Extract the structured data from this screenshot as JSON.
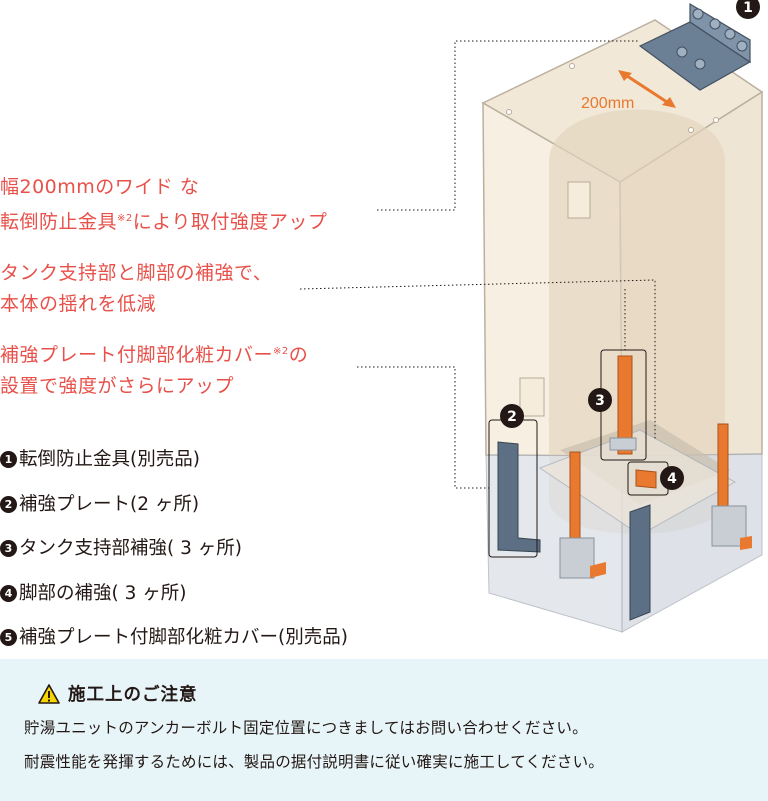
{
  "features": [
    {
      "line1": "幅200mmのワイド な",
      "line2": "転倒防止金具",
      "line2_note": "※2",
      "line2_tail": "により取付強度アップ"
    },
    {
      "line1": "タンク支持部と脚部の補強で、",
      "line2": "本体の揺れを低減"
    },
    {
      "line1": "補強プレート付脚部化粧カバー",
      "line1_note": "※2",
      "line1_tail": "の",
      "line2": "設置で強度がさらにアップ"
    }
  ],
  "dimension_label": "200mm",
  "callout_numbers": [
    "1",
    "2",
    "3",
    "4"
  ],
  "parts_list": [
    {
      "num": "1",
      "label": "転倒防止金具(別売品)"
    },
    {
      "num": "2",
      "label": "補強プレート(2 ヶ所)"
    },
    {
      "num": "3",
      "label": "タンク支持部補強( 3 ヶ所)"
    },
    {
      "num": "4",
      "label": "脚部の補強( 3 ヶ所)"
    },
    {
      "num": "5",
      "label": "補強プレート付脚部化粧カバー(別売品)"
    }
  ],
  "notice": {
    "icon": "warning-icon",
    "title": "施工上のご注意",
    "line1": "貯湯ユニットのアンカーボルト固定位置につきましてはお問い合わせください。",
    "line2": "耐震性能を発揮するためには、製品の据付説明書に従い確実に施工してください。"
  },
  "colors": {
    "accent_red": "#e8504a",
    "orange_parts": "#e8792e",
    "tank_beige": "#f6ecdb",
    "notice_bg": "#e7f5f8",
    "plate_gray": "#6b7f95"
  }
}
